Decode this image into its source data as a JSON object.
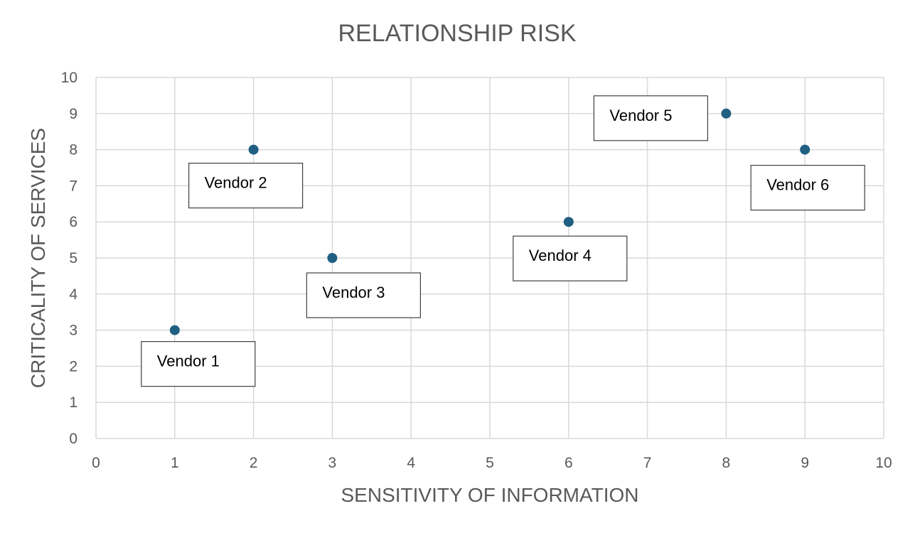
{
  "chart_data": {
    "type": "scatter",
    "title": "RELATIONSHIP RISK",
    "xlabel": "SENSITIVITY OF INFORMATION",
    "ylabel": "CRITICALITY OF SERVICES",
    "xlim": [
      0,
      10
    ],
    "ylim": [
      0,
      10
    ],
    "x_ticks": [
      "0",
      "1",
      "2",
      "3",
      "4",
      "5",
      "6",
      "7",
      "8",
      "9",
      "10"
    ],
    "y_ticks": [
      "0",
      "1",
      "2",
      "3",
      "4",
      "5",
      "6",
      "7",
      "8",
      "9",
      "10"
    ],
    "grid": true,
    "marker_color": "#1f5f82",
    "points": [
      {
        "label": "Vendor 1",
        "x": 1,
        "y": 3
      },
      {
        "label": "Vendor 2",
        "x": 2,
        "y": 8
      },
      {
        "label": "Vendor 3",
        "x": 3,
        "y": 5
      },
      {
        "label": "Vendor 4",
        "x": 6,
        "y": 6
      },
      {
        "label": "Vendor 5",
        "x": 8,
        "y": 9
      },
      {
        "label": "Vendor 6",
        "x": 9,
        "y": 8
      }
    ]
  }
}
